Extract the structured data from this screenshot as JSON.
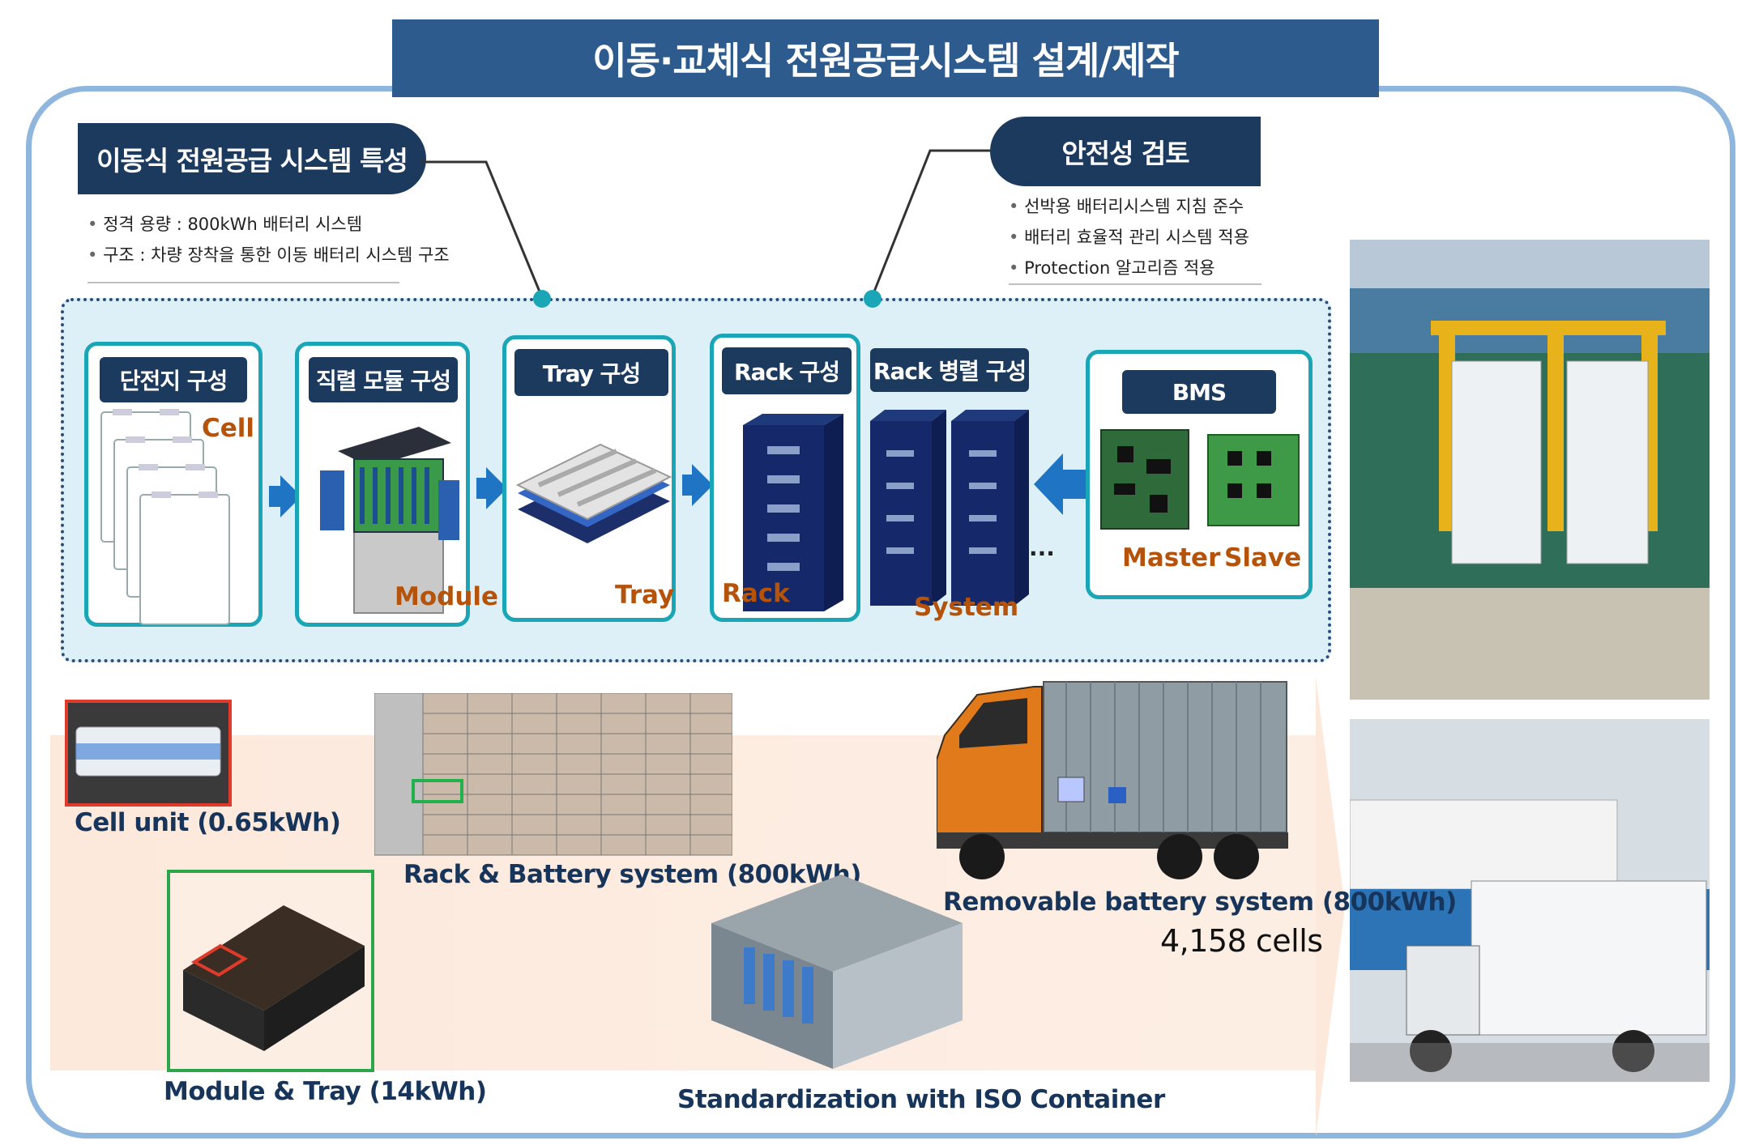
{
  "title": "이동·교체식 전원공급시스템 설계/제작",
  "features": {
    "heading": "이동식 전원공급 시스템 특성",
    "bullets": [
      "정격 용량 :  800kWh 배터리 시스템",
      "구조 : 차량 장착을 통한 이동 배터리 시스템 구조"
    ]
  },
  "safety": {
    "heading": "안전성 검토",
    "bullets": [
      "선박용 배터리시스템 지침  준수",
      "배터리 효율적 관리 시스템 적용",
      "Protection 알고리즘 적용"
    ]
  },
  "stages": {
    "cell": {
      "title": "단전지 구성",
      "label": "Cell"
    },
    "module": {
      "title": "직렬 모듈 구성",
      "label": "Module"
    },
    "tray": {
      "title": "Tray 구성",
      "label": "Tray"
    },
    "rack": {
      "title": "Rack 구성",
      "label": "Rack"
    },
    "system": {
      "title": "Rack  병렬 구성",
      "label": "System",
      "ellipsis": "..."
    },
    "bms": {
      "title": "BMS",
      "master": "Master",
      "slave": "Slave"
    }
  },
  "bottom": {
    "cell_unit": "Cell unit (0.65kWh)",
    "rack_system": "Rack & Battery system (800kWh)",
    "module_tray": "Module & Tray (14kWh)",
    "iso": "Standardization with ISO Container",
    "removable": "Removable battery system (800kWh)",
    "cells": "4,158 cells"
  },
  "colors": {
    "accent_teal": "#1aa6b7",
    "navy": "#1b3a5e",
    "title_blue": "#2d5b8e",
    "label_brown": "#b45309",
    "arrow_blue": "#1f74c4"
  }
}
